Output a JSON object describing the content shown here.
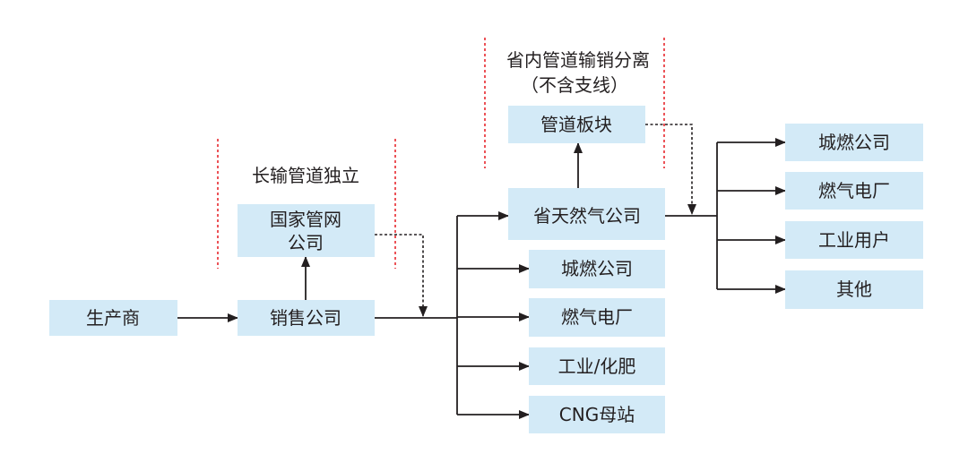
{
  "labels": {
    "pipeline_independent": "长输管道独立",
    "provincial_separation": "省内管道输销分离",
    "provincial_separation_note": "（不含支线）"
  },
  "nodes": {
    "producer": "生产商",
    "sales_company": "销售公司",
    "national_pipeline": [
      "国家管网",
      "公司"
    ],
    "provincial_gas": "省天然气公司",
    "pipeline_segment": "管道板块",
    "city_gas_mid": "城燃公司",
    "power_plant_mid": "燃气电厂",
    "industry_fertilizer": "工业/化肥",
    "cng_station": "CNG母站",
    "city_gas_right": "城燃公司",
    "power_plant_right": "燃气电厂",
    "industrial_users": "工业用户",
    "others": "其他"
  },
  "colors": {
    "box_fill": "#d3eaf7",
    "line": "#231f20",
    "divider": "#e8282e"
  }
}
